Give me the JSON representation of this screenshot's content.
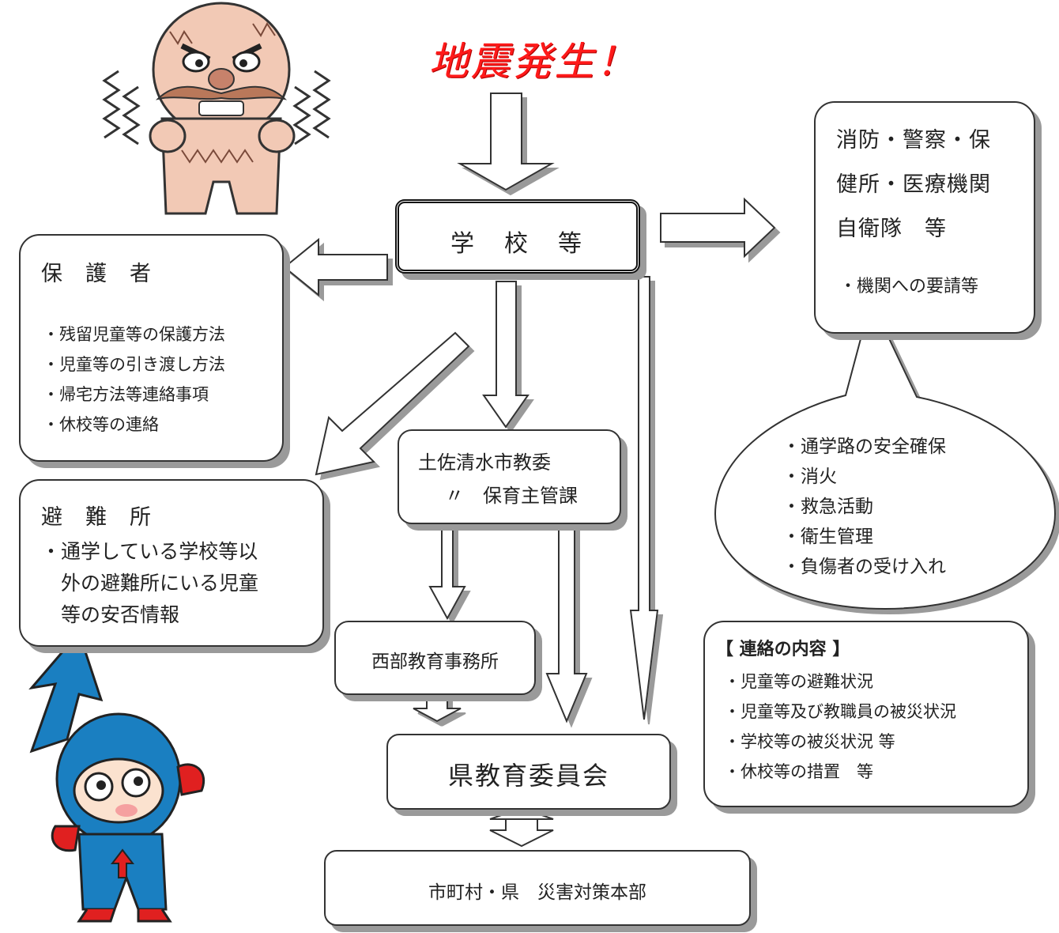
{
  "headline": "地震発生！",
  "school": {
    "label": "学　校　等"
  },
  "guardians": {
    "title": "保　護　者",
    "items": [
      "・残留児童等の保護方法",
      "・児童等の引き渡し方法",
      "・帰宅方法等連絡事項",
      "・休校等の連絡"
    ]
  },
  "shelter": {
    "title": "避　難　所",
    "lines": [
      "・通学している学校等以",
      "　外の避難所にいる児童",
      "　等の安否情報"
    ]
  },
  "agencies": {
    "lines": [
      "消防・警察・保",
      "健所・医療機関",
      "自衛隊　等"
    ],
    "request": "・機関への要請等"
  },
  "agency_tasks": {
    "items": [
      "・通学路の安全確保",
      "・消火",
      "・救急活動",
      "・衛生管理",
      "・負傷者の受け入れ"
    ]
  },
  "city_board": {
    "line1": "土佐清水市教委",
    "line2": "〃　保育主管課"
  },
  "west_office": {
    "label": "西部教育事務所"
  },
  "pref_board": {
    "label": "県教育委員会"
  },
  "disaster_hq": {
    "label": "市町村・県　災害対策本部"
  },
  "contact_contents": {
    "title": "【 連絡の内容 】",
    "items": [
      "・児童等の避難状況",
      "・児童等及び教職員の被災状況",
      "・学校等の被災状況 等",
      "・休校等の措置　等"
    ]
  },
  "colors": {
    "headline": "#ff1a1a",
    "quake_character": "#f2c9b5",
    "mascot": "#1a7fc1",
    "shadow": "#9a9a9a"
  },
  "icons": [
    "earthquake-character",
    "upward-arrow-mascot"
  ]
}
